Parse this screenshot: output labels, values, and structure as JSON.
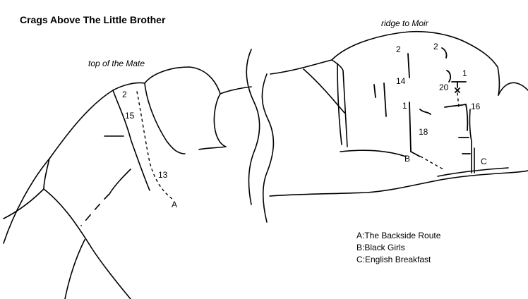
{
  "title": "Crags Above The Little Brother",
  "captions": {
    "top_of_mate": "top of the Mate",
    "ridge_to_moir": "ridge to Moir"
  },
  "grades": {
    "left_top": "2",
    "left_mid": "15",
    "left_low": "13",
    "right_top_a": "2",
    "right_top_b": "2",
    "right_14": "14",
    "right_1_upper": "1",
    "right_20": "20",
    "right_1_mid": "1",
    "right_16": "16",
    "right_18": "18"
  },
  "route_markers": {
    "a": "A",
    "b": "B",
    "c": "C"
  },
  "legend": [
    "A:The Backside Route",
    "B:Black Girls",
    "C:English Breakfast"
  ]
}
